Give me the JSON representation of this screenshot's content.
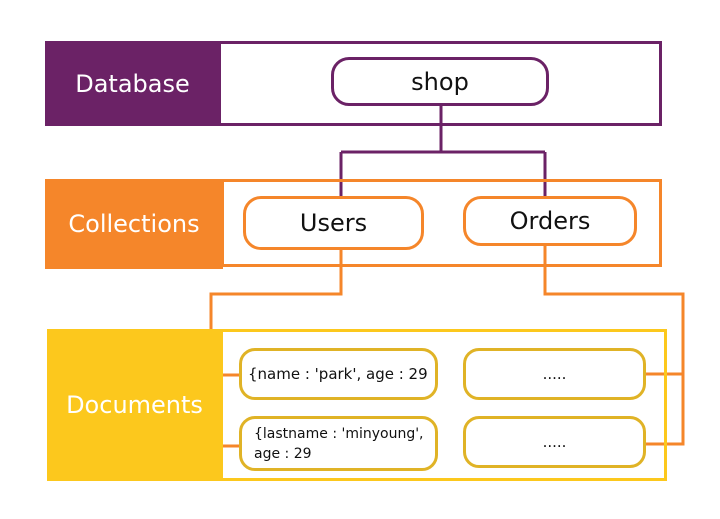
{
  "colors": {
    "database": "#6b2266",
    "collections": "#f5862a",
    "documents": "#fcc81d",
    "document_border": "#e0b326"
  },
  "layers": {
    "database": "Database",
    "collections": "Collections",
    "documents": "Documents"
  },
  "database_node": "shop",
  "collection_nodes": {
    "users": "Users",
    "orders": "Orders"
  },
  "documents": {
    "users_doc1": "{name : 'park', age : 29",
    "users_doc2_line1": "{lastname : 'minyoung',",
    "users_doc2_line2": "age : 29",
    "orders_doc1": ".....",
    "orders_doc2": "....."
  }
}
